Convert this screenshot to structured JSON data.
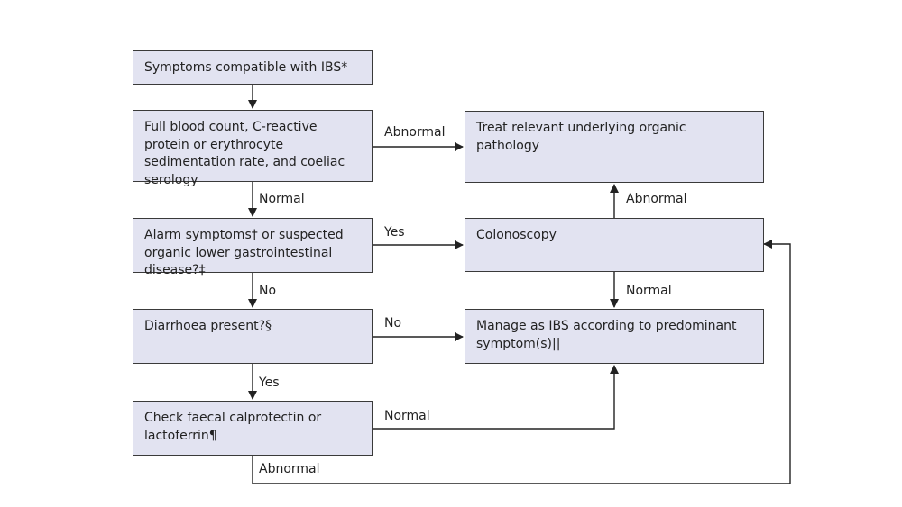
{
  "colors": {
    "box_fill": "#e2e3f1",
    "line": "#222222",
    "text": "#222222"
  },
  "boxes": {
    "symptoms": "Symptoms compatible with IBS*",
    "blood_tests": "Full blood count, C-reactive protein or erythrocyte sedimentation rate, and coeliac serology",
    "alarm": "Alarm symptoms† or suspected organic lower gastrointestinal disease?‡",
    "diarrhoea": "Diarrhoea present?§",
    "calprotectin": "Check faecal calprotectin or lactoferrin¶",
    "treat": "Treat relevant underlying organic pathology",
    "colonoscopy": "Colonoscopy",
    "manage_ibs": "Manage as IBS according to predominant symptom(s)||"
  },
  "edge_labels": {
    "blood_abnormal": "Abnormal",
    "blood_normal": "Normal",
    "alarm_yes": "Yes",
    "alarm_no": "No",
    "diarrhoea_no": "No",
    "diarrhoea_yes": "Yes",
    "calprotectin_normal": "Normal",
    "calprotectin_abnormal": "Abnormal",
    "colonoscopy_abnormal": "Abnormal",
    "colonoscopy_normal": "Normal"
  }
}
